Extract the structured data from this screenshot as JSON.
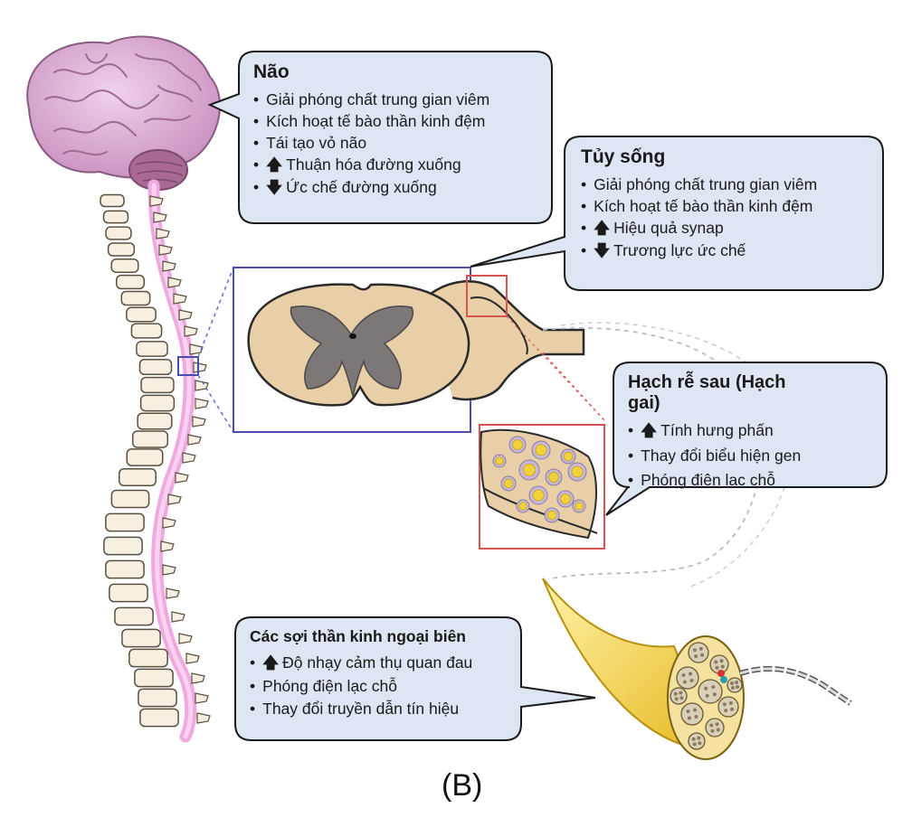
{
  "panel_label": "(B)",
  "callouts": {
    "brain": {
      "title": "Não",
      "items": [
        {
          "text": "Giải phóng chất trung gian viêm",
          "marker": "•"
        },
        {
          "text": "Kích hoạt tế bào thần kinh đệm",
          "marker": "•"
        },
        {
          "text": "Tái tạo vỏ não",
          "marker": "•"
        },
        {
          "text": "Thuận hóa đường xuống",
          "marker": "•",
          "arrow": "up"
        },
        {
          "text": "Ức chế đường xuống",
          "marker": "•",
          "arrow": "down"
        }
      ]
    },
    "spinal_cord": {
      "title": "Tủy sống",
      "items": [
        {
          "text": "Giải phóng chất trung gian viêm",
          "marker": "•"
        },
        {
          "text": "Kích hoạt tế bào thần kinh đệm",
          "marker": "•"
        },
        {
          "text": "Hiệu quả synap",
          "marker": "•",
          "arrow": "up"
        },
        {
          "text": "Trương lực ức chế",
          "marker": "•",
          "arrow": "down"
        }
      ]
    },
    "drg": {
      "title": "Hạch rễ sau (Hạch gai)",
      "items": [
        {
          "text": "Tính hưng phấn",
          "marker": "•",
          "arrow": "up"
        },
        {
          "text": "Thay đổi biểu hiện gen",
          "marker": "•"
        },
        {
          "text": "Phóng điện lạc chỗ",
          "marker": "•"
        }
      ]
    },
    "peripheral": {
      "title": "Các sợi thần kinh ngoại biên",
      "items": [
        {
          "text": "Độ nhạy cảm thụ quan đau",
          "marker": "•",
          "arrow": "up"
        },
        {
          "text": "Phóng điện lạc chỗ",
          "marker": "•"
        },
        {
          "text": "Thay đổi truyền dẫn tín hiệu",
          "marker": "•"
        }
      ]
    }
  },
  "arrow_glyphs": {
    "up": "🡅",
    "down": "🡇"
  },
  "colors": {
    "callout_fill": "#dde6f2",
    "callout_stroke": "#1a1a1a",
    "spine_pink": "#f0a8e0",
    "vertebra_fill": "#f6efe2",
    "brain_pink": "#d9a6cf",
    "cord_tan": "#e8cfa8",
    "grey_matter": "#7d7878",
    "nerve_yellow": "#f2d23a",
    "zoom_blue": "#4a4ab0",
    "zoom_red": "#d9534f"
  }
}
